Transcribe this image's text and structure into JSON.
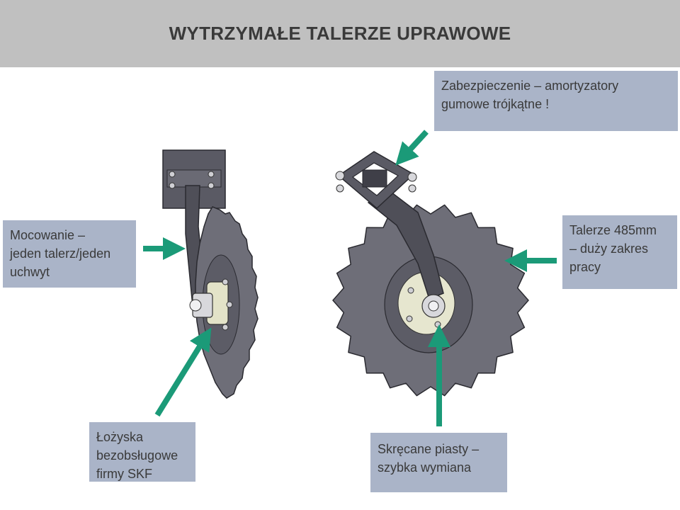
{
  "title": "WYTRZYMAŁE TALERZE UPRAWOWE",
  "callouts": {
    "safety": {
      "line1": "Zabezpieczenie – amortyzatory",
      "line2": "gumowe trójkątne !"
    },
    "mounting": {
      "line1": "Mocowanie –",
      "line2": "jeden talerz/jeden",
      "line3": "uchwyt"
    },
    "discs": {
      "line1": "Talerze 485mm",
      "line2": "– duży zakres",
      "line3": "pracy"
    },
    "bearings": {
      "line1": "Łożyska",
      "line2": "bezobsługowe",
      "line3": "firmy SKF"
    },
    "hubs": {
      "line1": "Skręcane piasty –",
      "line2": "szybka wymiana"
    }
  },
  "colors": {
    "title_bg": "#c0c0c0",
    "callout_bg": "#aab4c8",
    "arrow": "#1b9a78",
    "disc": "#6e6e78",
    "bracket": "#5e5e68"
  }
}
